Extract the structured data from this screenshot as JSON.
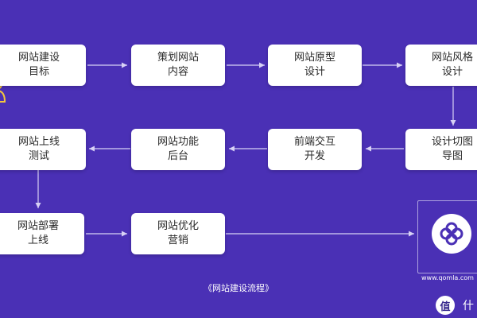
{
  "nodes": {
    "goal": "网站建设\n目标",
    "planning": "策划网站\n内容",
    "prototype": "网站原型\n设计",
    "style": "网站风格\n设计",
    "slicing": "设计切图\n导图",
    "frontend": "前端交互\n开发",
    "backend": "网站功能\n后台",
    "launch_test": "网站上线\n测试",
    "deploy": "网站部署\n上线",
    "marketing": "网站优化\n营销"
  },
  "caption": "《网站建设流程》",
  "logo": {
    "url": "www.qomla.com"
  },
  "watermark": {
    "glyph": "值",
    "extra": "什"
  },
  "colors": {
    "background": "#4a30b5",
    "node": "#ffffff",
    "arrow": "#d8d2f5",
    "accent": "#f2c53d"
  }
}
